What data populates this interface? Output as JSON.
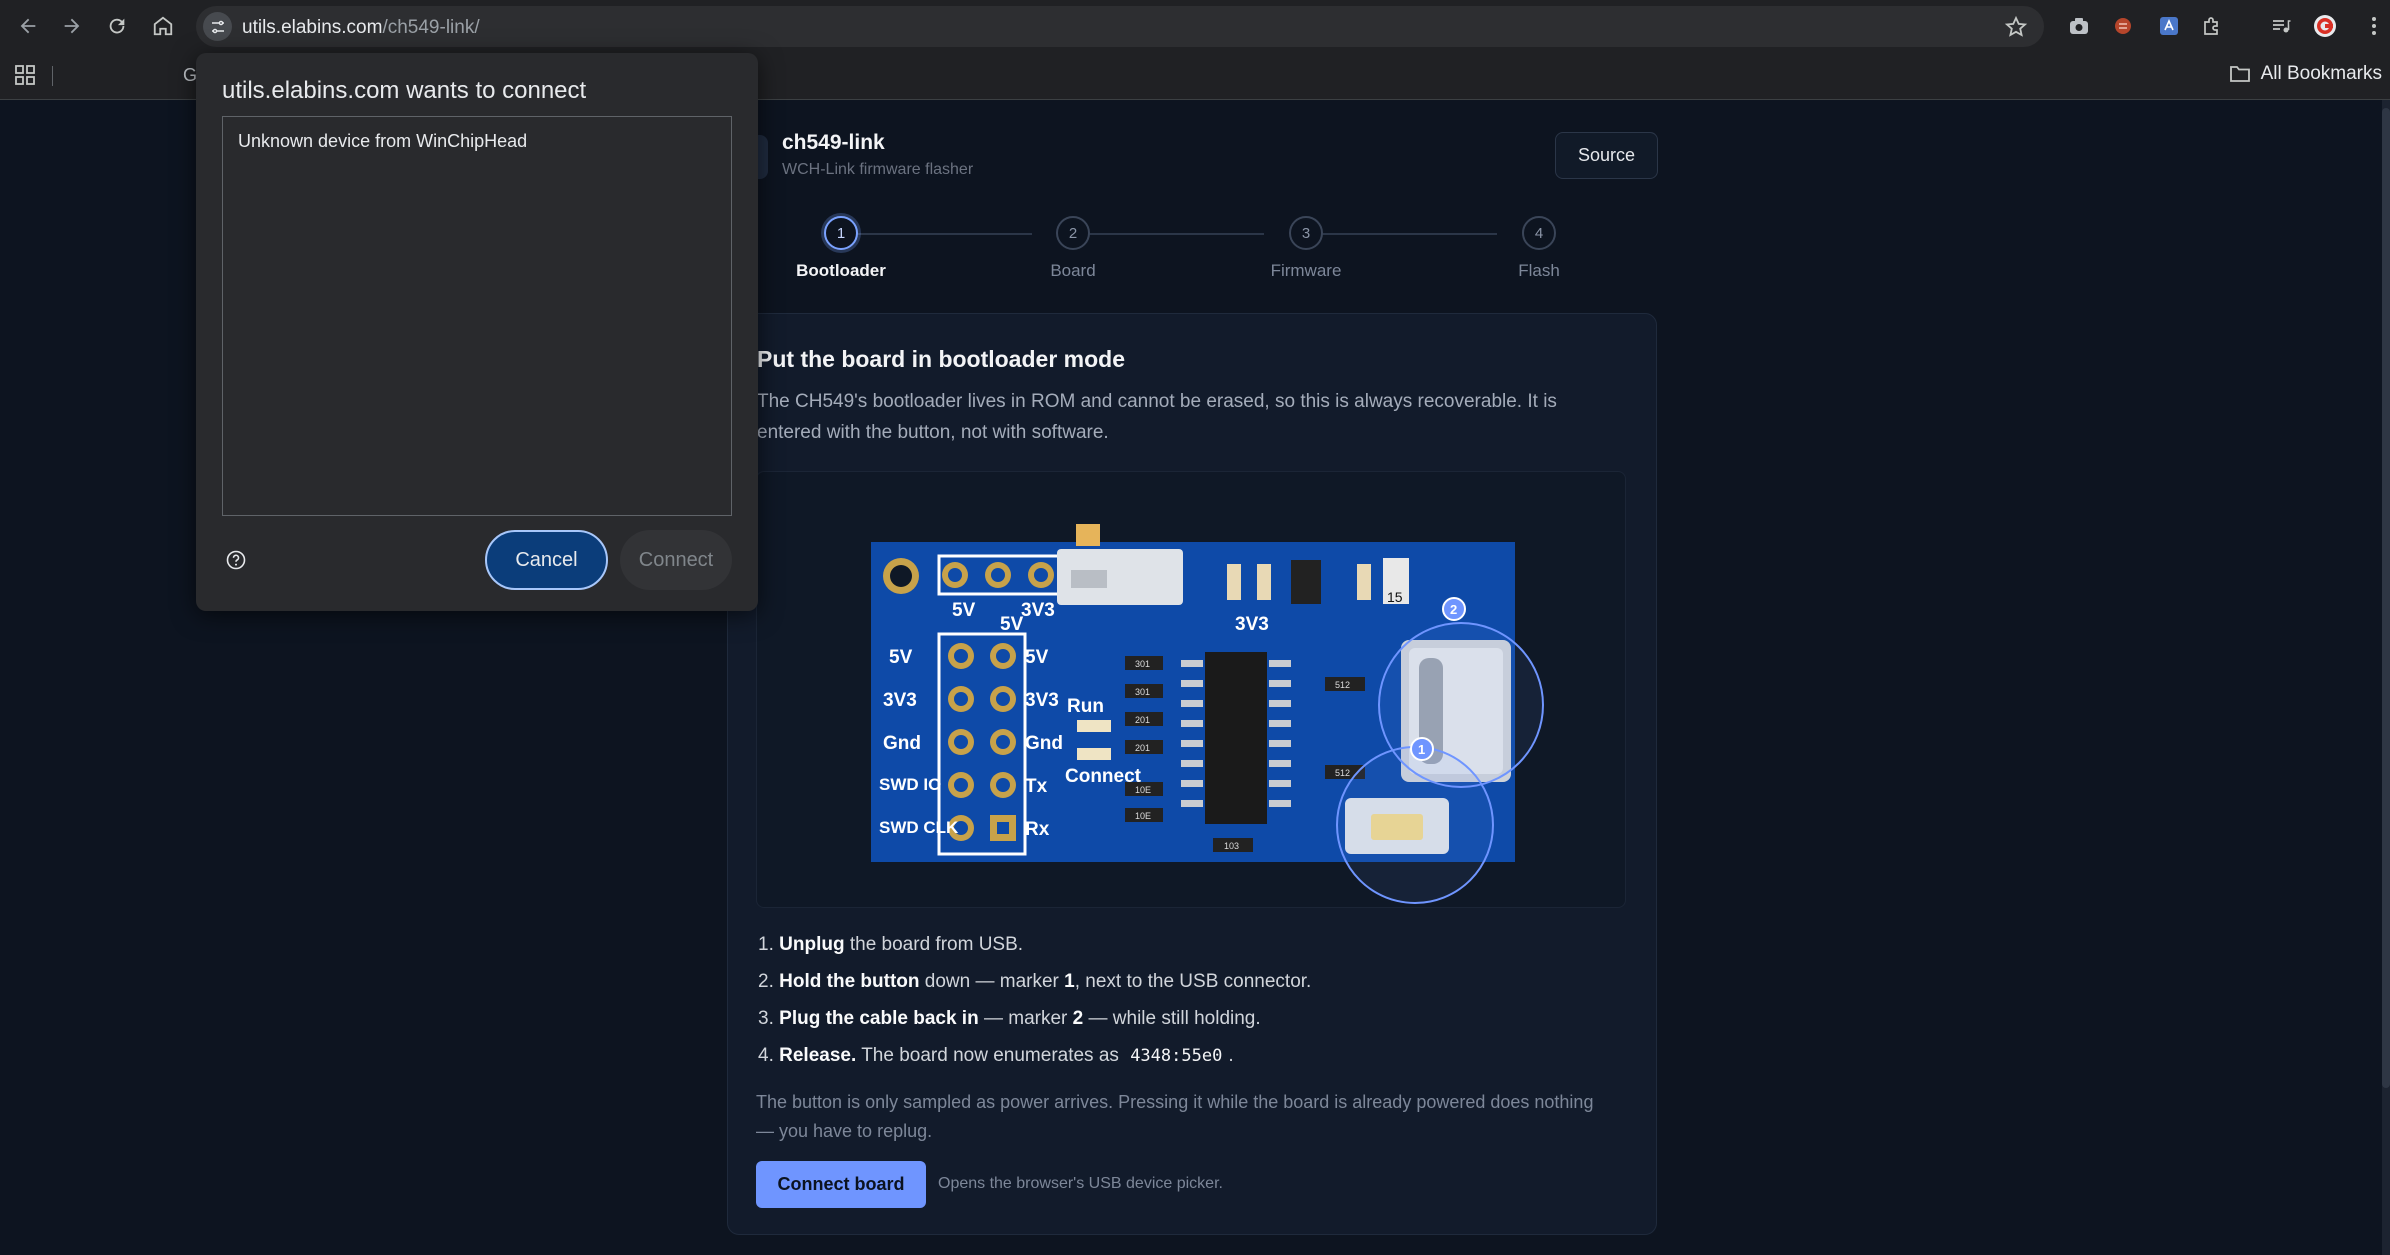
{
  "browser": {
    "url_domain": "utils.elabins.com",
    "url_path": "/ch549-link/",
    "bookmarks_partial": "G",
    "all_bookmarks_label": "All Bookmarks"
  },
  "app": {
    "title": "ch549-link",
    "subtitle": "WCH-Link firmware flasher",
    "source_label": "Source"
  },
  "stepper": {
    "steps": [
      {
        "num": "1",
        "label": "Bootloader"
      },
      {
        "num": "2",
        "label": "Board"
      },
      {
        "num": "3",
        "label": "Firmware"
      },
      {
        "num": "4",
        "label": "Flash"
      }
    ],
    "active_index": 0
  },
  "card": {
    "title": "Put the board in bootloader mode",
    "description": "The CH549's bootloader lives in ROM and cannot be erased, so this is always recoverable. It is entered with the button, not with software.",
    "steps": [
      {
        "n": "1.",
        "bold": "Unplug",
        "rest": " the board from USB."
      },
      {
        "n": "2.",
        "bold": "Hold the button",
        "rest": " down — marker ",
        "marker": "1",
        "rest2": ", next to the USB connector."
      },
      {
        "n": "3.",
        "bold": "Plug the cable back in",
        "rest": " — marker ",
        "marker": "2",
        "rest2": " — while still holding."
      },
      {
        "n": "4.",
        "bold": "Release.",
        "rest": " The board now enumerates as ",
        "code": "4348:55e0",
        "rest2": "."
      }
    ],
    "note": "The button is only sampled as power arrives. Pressing it while the board is already powered does nothing — you have to replug.",
    "connect_label": "Connect board",
    "connect_hint": "Opens the browser's USB device picker."
  },
  "board": {
    "pins_top": [
      "5V",
      "3V3"
    ],
    "switch_labels": [
      "5V",
      "3V3"
    ],
    "left_labels": [
      "5V",
      "3V3",
      "Gnd",
      "SWD IO",
      "SWD CLK"
    ],
    "right_labels": [
      "5V",
      "3V3",
      "Gnd",
      "Tx",
      "Rx"
    ],
    "mid_labels": [
      "Run",
      "Connect"
    ],
    "resistors": [
      "301",
      "301",
      "201",
      "201",
      "10E",
      "10E",
      "103",
      "512",
      "512"
    ],
    "markers": [
      "1",
      "2"
    ],
    "edge_label": "15",
    "colors": {
      "pcb": "#0e4aa8",
      "silk": "#ffffff",
      "marker": "#6f95ff"
    }
  },
  "dialog": {
    "title": "utils.elabins.com wants to connect",
    "device": "Unknown device from WinChipHead",
    "cancel_label": "Cancel",
    "connect_label": "Connect"
  }
}
